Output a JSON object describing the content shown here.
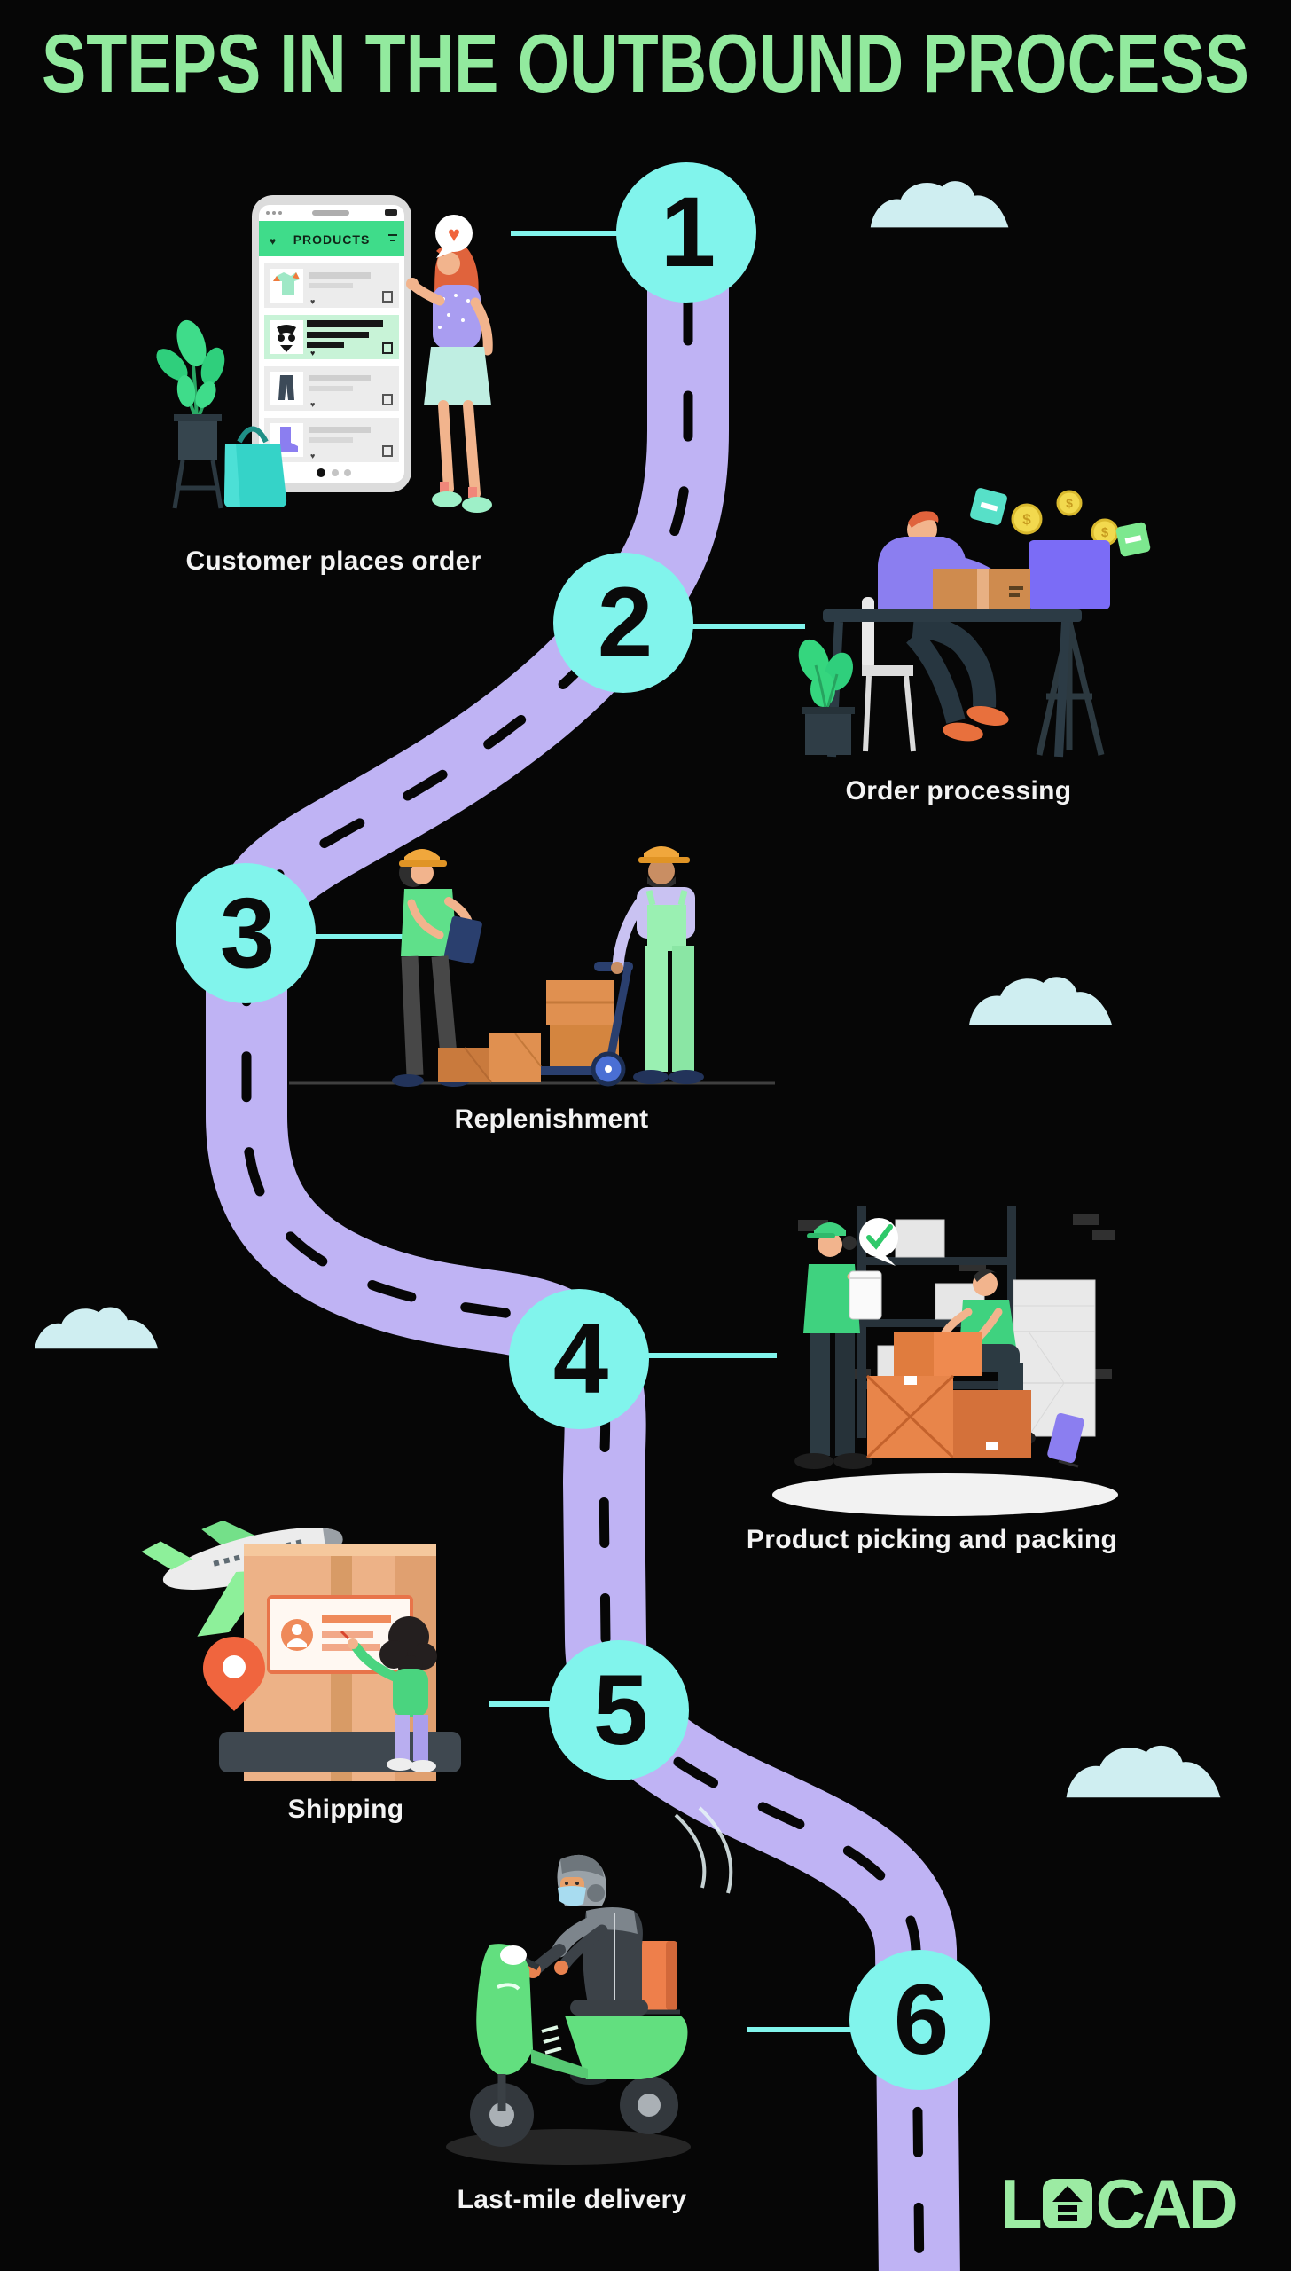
{
  "title": "STEPS IN THE OUTBOUND PROCESS",
  "steps": [
    {
      "number": "1",
      "label": "Customer places order"
    },
    {
      "number": "2",
      "label": "Order processing"
    },
    {
      "number": "3",
      "label": "Replenishment"
    },
    {
      "number": "4",
      "label": "Product picking and packing"
    },
    {
      "number": "5",
      "label": "Shipping"
    },
    {
      "number": "6",
      "label": "Last-mile delivery"
    }
  ],
  "illustration_texts": {
    "phone_header": "PRODUCTS",
    "coin_symbol": "$"
  },
  "brand": {
    "name": "LOCAD",
    "logo_prefix": "L",
    "logo_suffix": "CAD"
  },
  "colors": {
    "background": "#060606",
    "title_green": "#92ea9e",
    "step_circle_cyan": "#81f4ec",
    "road_lavender": "#bfb3f4",
    "cloud_blue": "#cfeef1",
    "label_white": "#f3f3f3",
    "locad_green": "#9ceba3"
  }
}
